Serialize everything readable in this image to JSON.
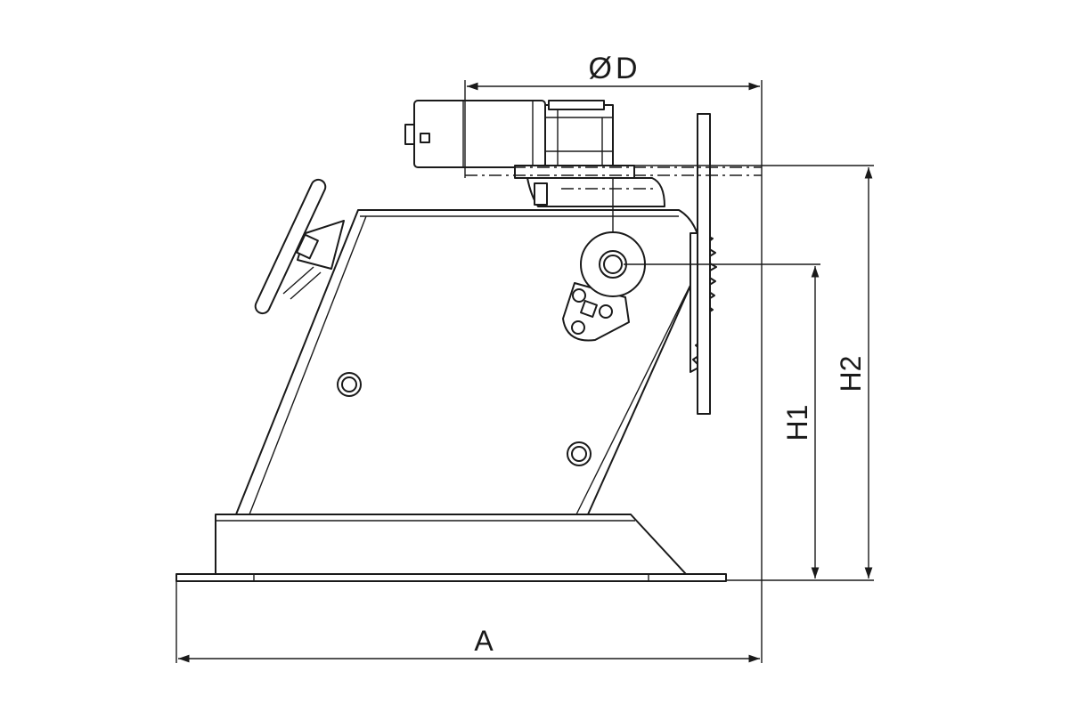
{
  "colors": {
    "line": "#1a1a1a",
    "background": "#ffffff"
  },
  "dimensions": {
    "diameter_label": "ØD",
    "width_label": "A",
    "height1_label": "H1",
    "height2_label": "H2"
  }
}
